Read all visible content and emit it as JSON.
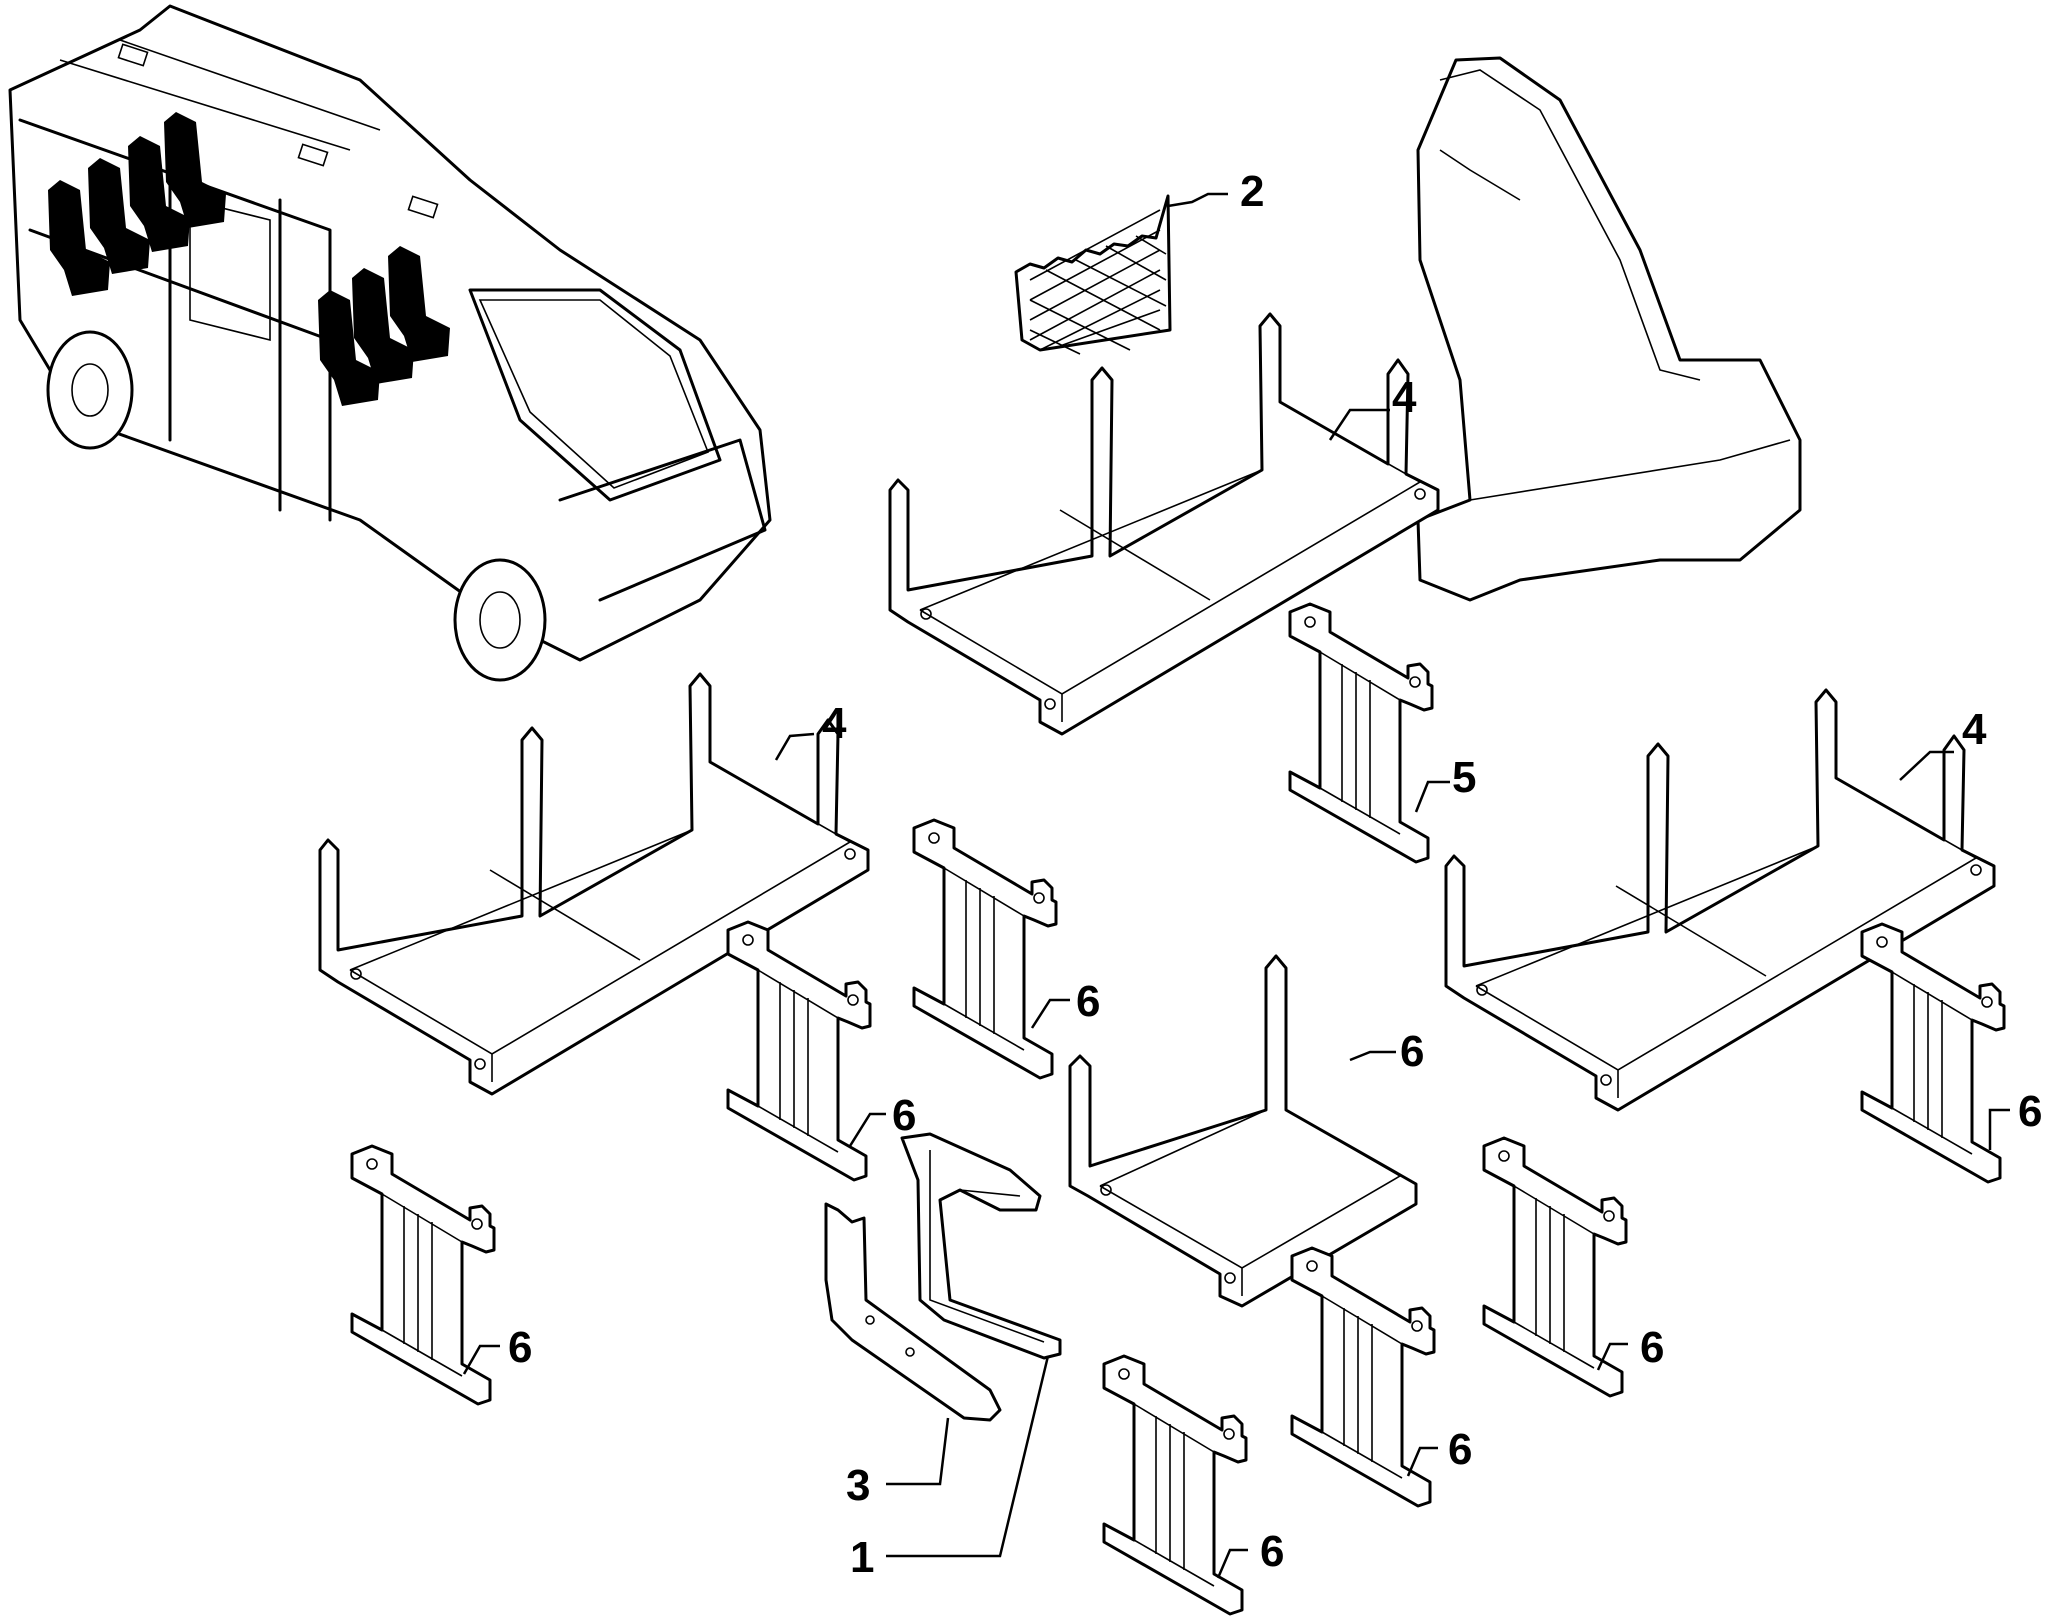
{
  "callouts": {
    "c1": "1",
    "c2": "2",
    "c3": "3",
    "c4a": "4",
    "c4b": "4",
    "c4c": "4",
    "c5": "5",
    "c6a": "6",
    "c6b": "6",
    "c6c": "6",
    "c6d": "6",
    "c6e": "6",
    "c6f": "6",
    "c6g": "6",
    "c6h": "6"
  },
  "parts": [
    {
      "ref": "1",
      "icon": "armrest-frame-icon"
    },
    {
      "ref": "2",
      "icon": "storage-net-icon"
    },
    {
      "ref": "3",
      "icon": "armrest-bracket-icon"
    },
    {
      "ref": "4",
      "icon": "double-seat-frame-icon"
    },
    {
      "ref": "5",
      "icon": "single-seat-frame-icon"
    },
    {
      "ref": "6",
      "icon": "seat-leg-support-icon"
    }
  ],
  "colors": {
    "line": "#000000",
    "background": "#ffffff"
  }
}
